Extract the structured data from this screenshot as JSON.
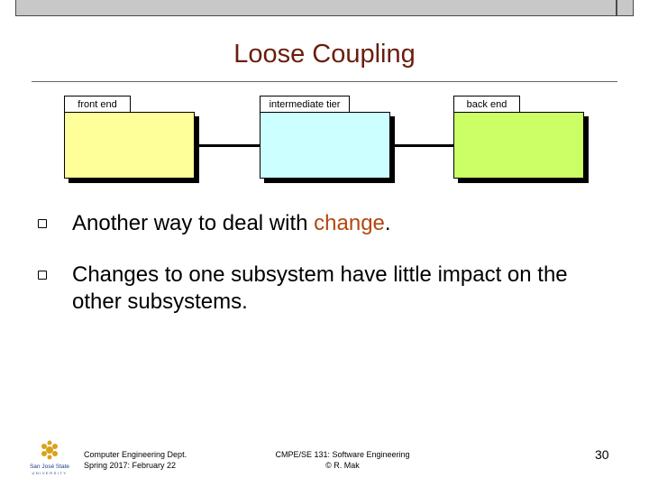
{
  "slide": {
    "title": "Loose Coupling",
    "diagram": {
      "tiers": [
        {
          "label": "front end",
          "color": "#ffff99"
        },
        {
          "label": "intermediate tier",
          "color": "#ccffff"
        },
        {
          "label": "back end",
          "color": "#ccff66"
        }
      ]
    },
    "bullets": [
      {
        "text_before": "Another way to deal with ",
        "highlight": "change",
        "text_after": "."
      },
      {
        "text_before": "Changes to one subsystem have little impact on the other subsystems.",
        "highlight": "",
        "text_after": ""
      }
    ],
    "footer": {
      "logo_line1": "San José State",
      "logo_line2": "UNIVERSITY",
      "left_line1": "Computer Engineering Dept.",
      "left_line2": "Spring 2017: February 22",
      "center_line1": "CMPE/SE 131: Software Engineering",
      "center_line2": "© R. Mak",
      "page_number": "30"
    },
    "accent_color": "#b5460f",
    "title_color": "#6b1d0c"
  }
}
